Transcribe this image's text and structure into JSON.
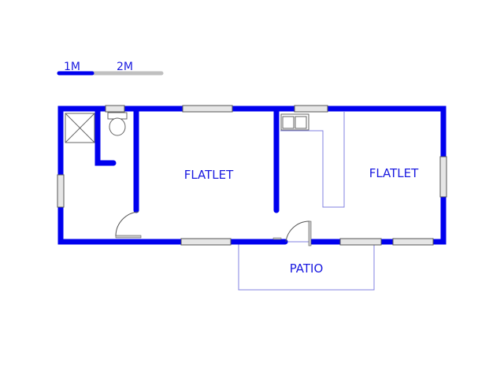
{
  "scale_bar": {
    "label_1": "1M",
    "label_2": "2M"
  },
  "rooms": [
    {
      "name": "FLATLET"
    },
    {
      "name": "FLATLET"
    },
    {
      "name": "PATIO"
    }
  ],
  "colors": {
    "wall": "#0000ee",
    "label": "#1a1ae0",
    "scale_inactive": "#c0c0c0"
  }
}
